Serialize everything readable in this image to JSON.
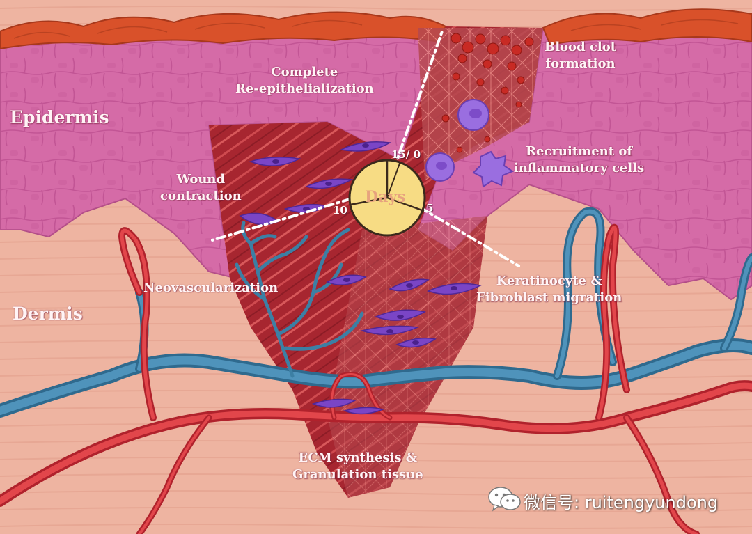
{
  "layers": {
    "epidermis": "Epidermis",
    "dermis": "Dermis"
  },
  "stages": {
    "re_epithelialization": [
      "Complete",
      "Re-epithelialization"
    ],
    "blood_clot": [
      "Blood clot",
      "formation"
    ],
    "inflammatory": [
      "Recruitment of",
      "inflammatory cells"
    ],
    "wound_contraction": [
      "Wound",
      "contraction"
    ],
    "neovascularization": "Neovascularization",
    "migration": [
      "Keratinocyte &",
      "Fibroblast migration"
    ],
    "ecm": [
      "ECM synthesis &",
      "Granulation tissue"
    ]
  },
  "clock": {
    "label": "Days",
    "ticks": {
      "top": "15/ 0",
      "right": "5",
      "left": "10"
    }
  },
  "watermark": {
    "icon": "wechat-icon",
    "text": "微信号: ruitengyundong"
  },
  "colors": {
    "epidermis": "#d76aa8",
    "dermis": "#eeb4a0",
    "crust": "#d8502a",
    "wound": "#a8262e",
    "vein": "#3e7fa6",
    "artery": "#d3323d",
    "cell": "#7a45c6",
    "clock_face": "#f7dc84"
  }
}
